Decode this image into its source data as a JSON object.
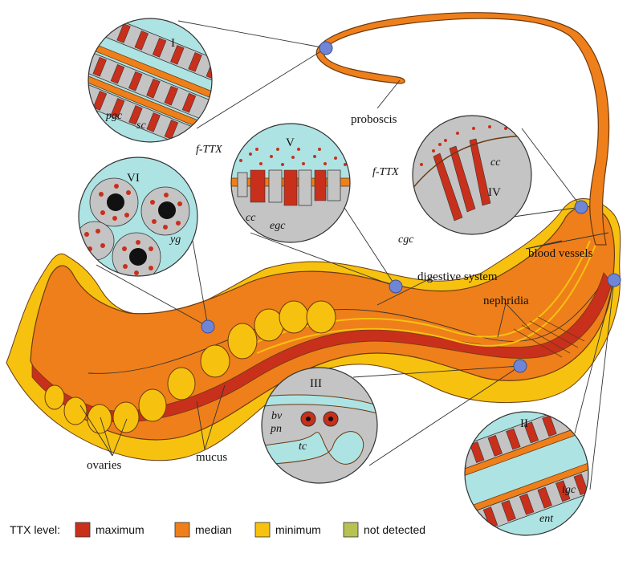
{
  "labels": {
    "proboscis": "proboscis",
    "digestive_system": "digestive system",
    "blood_vessels": "blood vessels",
    "nephridia": "nephridia",
    "mucus": "mucus",
    "ovaries": "ovaries"
  },
  "insets": {
    "I": {
      "numeral": "I",
      "labels": [
        "pgc",
        "sc"
      ]
    },
    "II": {
      "numeral": "II",
      "labels": [
        "igc",
        "ent"
      ]
    },
    "III": {
      "numeral": "III",
      "labels": [
        "bv",
        "pn",
        "tc"
      ]
    },
    "IV": {
      "numeral": "IV",
      "labels": [
        "f-TTX",
        "cc",
        "cgc"
      ]
    },
    "V": {
      "numeral": "V",
      "labels": [
        "f-TTX",
        "cc",
        "egc"
      ]
    },
    "VI": {
      "numeral": "VI",
      "labels": [
        "yg"
      ]
    }
  },
  "legend": {
    "title": "TTX level:",
    "items": [
      {
        "label": "maximum",
        "color": "#c8301c"
      },
      {
        "label": "median",
        "color": "#ef7f1a"
      },
      {
        "label": "minimum",
        "color": "#f6c20f"
      },
      {
        "label": "not detected",
        "color": "#b8c253"
      }
    ]
  },
  "colors": {
    "maximum": "#c8301c",
    "median": "#ef7f1a",
    "minimum": "#f6c20f",
    "outline": "#6b3a10",
    "cyan": "#aee3e3",
    "grey": "#c4c4c4",
    "marker": "#6f86d6"
  }
}
